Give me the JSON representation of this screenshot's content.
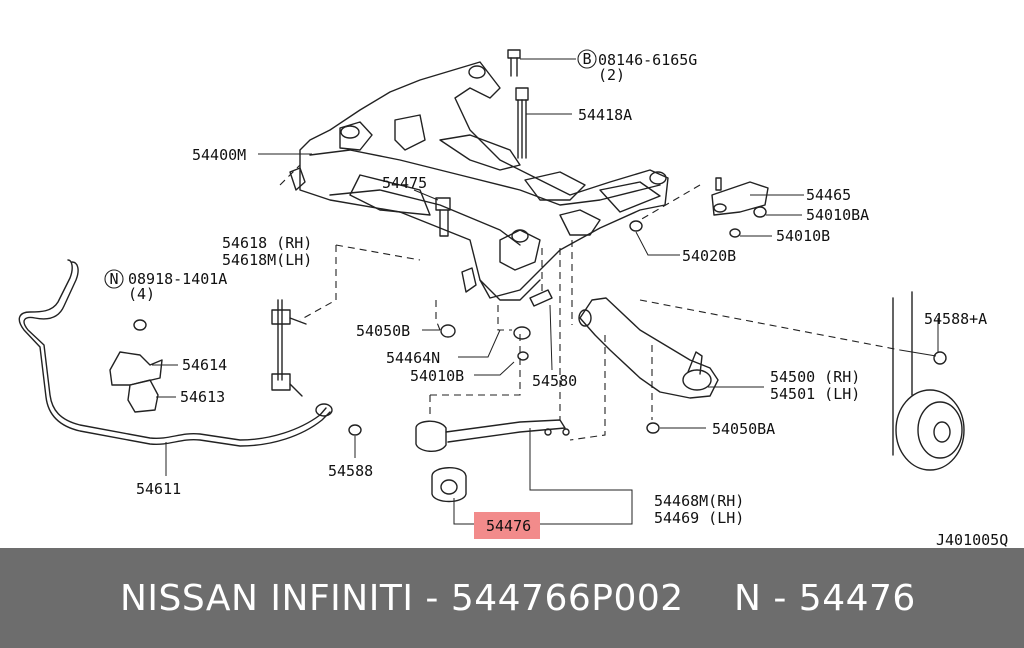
{
  "labels": {
    "bolt_spec": "08146-6165G",
    "bolt_qty": "(2)",
    "bolt_marker": "B",
    "nut_spec": "08918-1401A",
    "nut_qty": "(4)",
    "nut_marker": "N",
    "p54418a": "54418A",
    "p54400m": "54400M",
    "p54475": "54475",
    "p54465": "54465",
    "p54010ba": "54010BA",
    "p54010b_a": "54010B",
    "p54020b": "54020B",
    "p54618": "54618 (RH)",
    "p54618m": "54618M(LH)",
    "p54050b": "54050B",
    "p54464n": "54464N",
    "p54010b_b": "54010B",
    "p54580": "54580",
    "p54614": "54614",
    "p54613": "54613",
    "p54588_a": "54588+A",
    "p54500": "54500 (RH)",
    "p54501": "54501 (LH)",
    "p54050ba": "54050BA",
    "p54588": "54588",
    "p54611": "54611",
    "p54468m": "54468M(RH)",
    "p54469": "54469 (LH)",
    "p54476": "54476",
    "ref_code": "J401005Q"
  },
  "colors": {
    "highlight": "#f28b8b",
    "footer_bg": "#6d6d6d",
    "footer_text": "#ffffff"
  },
  "footer": {
    "brand_part": "NISSAN  INFINITI - 544766P002",
    "ref_part": "N - 54476"
  }
}
